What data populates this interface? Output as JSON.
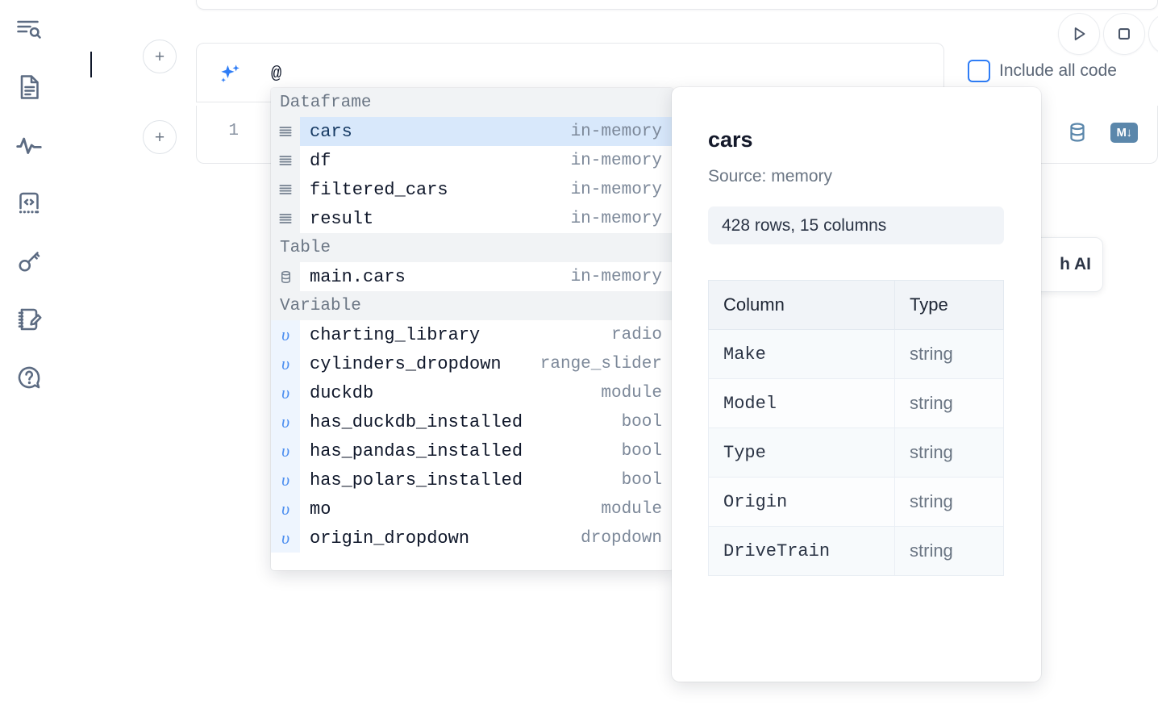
{
  "rail": {
    "items": [
      {
        "name": "explore-icon",
        "title": "Explore / outline"
      },
      {
        "name": "file-text-icon",
        "title": "Files"
      },
      {
        "name": "activity-icon",
        "title": "Dependencies"
      },
      {
        "name": "code-snippet-icon",
        "title": "Snippets"
      },
      {
        "name": "key-icon",
        "title": "Secrets"
      },
      {
        "name": "notebook-edit-icon",
        "title": "Scratchpad"
      },
      {
        "name": "chat-help-icon",
        "title": "Chat / help"
      }
    ]
  },
  "toolbar": {
    "add_cell_label": "+",
    "run_label": "Run",
    "stop_label": "Stop",
    "more_label": "More",
    "include_all_code_label": "Include all code",
    "include_all_code_checked": false
  },
  "ai_prompt": {
    "icon": "sparkles-icon",
    "value": "@",
    "placeholder": "Generate with AI"
  },
  "code_cell": {
    "line_number": "1",
    "sql_icon_label": "SQL",
    "markdown_badge_label": "M↓"
  },
  "generate_card": {
    "label": "h AI"
  },
  "autocomplete": {
    "groups": [
      {
        "label": "Dataframe",
        "items": [
          {
            "icon": "dataframe-icon",
            "name": "cars",
            "meta": "in-memory",
            "selected": true
          },
          {
            "icon": "dataframe-icon",
            "name": "df",
            "meta": "in-memory",
            "selected": false
          },
          {
            "icon": "dataframe-icon",
            "name": "filtered_cars",
            "meta": "in-memory",
            "selected": false
          },
          {
            "icon": "dataframe-icon",
            "name": "result",
            "meta": "in-memory",
            "selected": false
          }
        ]
      },
      {
        "label": "Table",
        "items": [
          {
            "icon": "table-icon",
            "name": "main.cars",
            "meta": "in-memory",
            "selected": false
          }
        ]
      },
      {
        "label": "Variable",
        "items": [
          {
            "icon": "variable-icon",
            "name": "charting_library",
            "meta": "radio",
            "selected": false
          },
          {
            "icon": "variable-icon",
            "name": "cylinders_dropdown",
            "meta": "range_slider",
            "selected": false
          },
          {
            "icon": "variable-icon",
            "name": "duckdb",
            "meta": "module",
            "selected": false
          },
          {
            "icon": "variable-icon",
            "name": "has_duckdb_installed",
            "meta": "bool",
            "selected": false
          },
          {
            "icon": "variable-icon",
            "name": "has_pandas_installed",
            "meta": "bool",
            "selected": false
          },
          {
            "icon": "variable-icon",
            "name": "has_polars_installed",
            "meta": "bool",
            "selected": false
          },
          {
            "icon": "variable-icon",
            "name": "mo",
            "meta": "module",
            "selected": false
          },
          {
            "icon": "variable-icon",
            "name": "origin_dropdown",
            "meta": "dropdown",
            "selected": false
          }
        ]
      }
    ]
  },
  "doc_panel": {
    "title": "cars",
    "source": "Source: memory",
    "shape": "428 rows, 15 columns",
    "columns_header": "Column",
    "type_header": "Type",
    "rows": [
      {
        "column": "Make",
        "type": "string"
      },
      {
        "column": "Model",
        "type": "string"
      },
      {
        "column": "Type",
        "type": "string"
      },
      {
        "column": "Origin",
        "type": "string"
      },
      {
        "column": "DriveTrain",
        "type": "string"
      }
    ]
  },
  "colors": {
    "accent": "#2f7df6",
    "selection": "#d8e8fb",
    "icon_rail": "#5c6b82",
    "cell_icon": "#5b87ab",
    "muted_text": "#6b7684"
  }
}
